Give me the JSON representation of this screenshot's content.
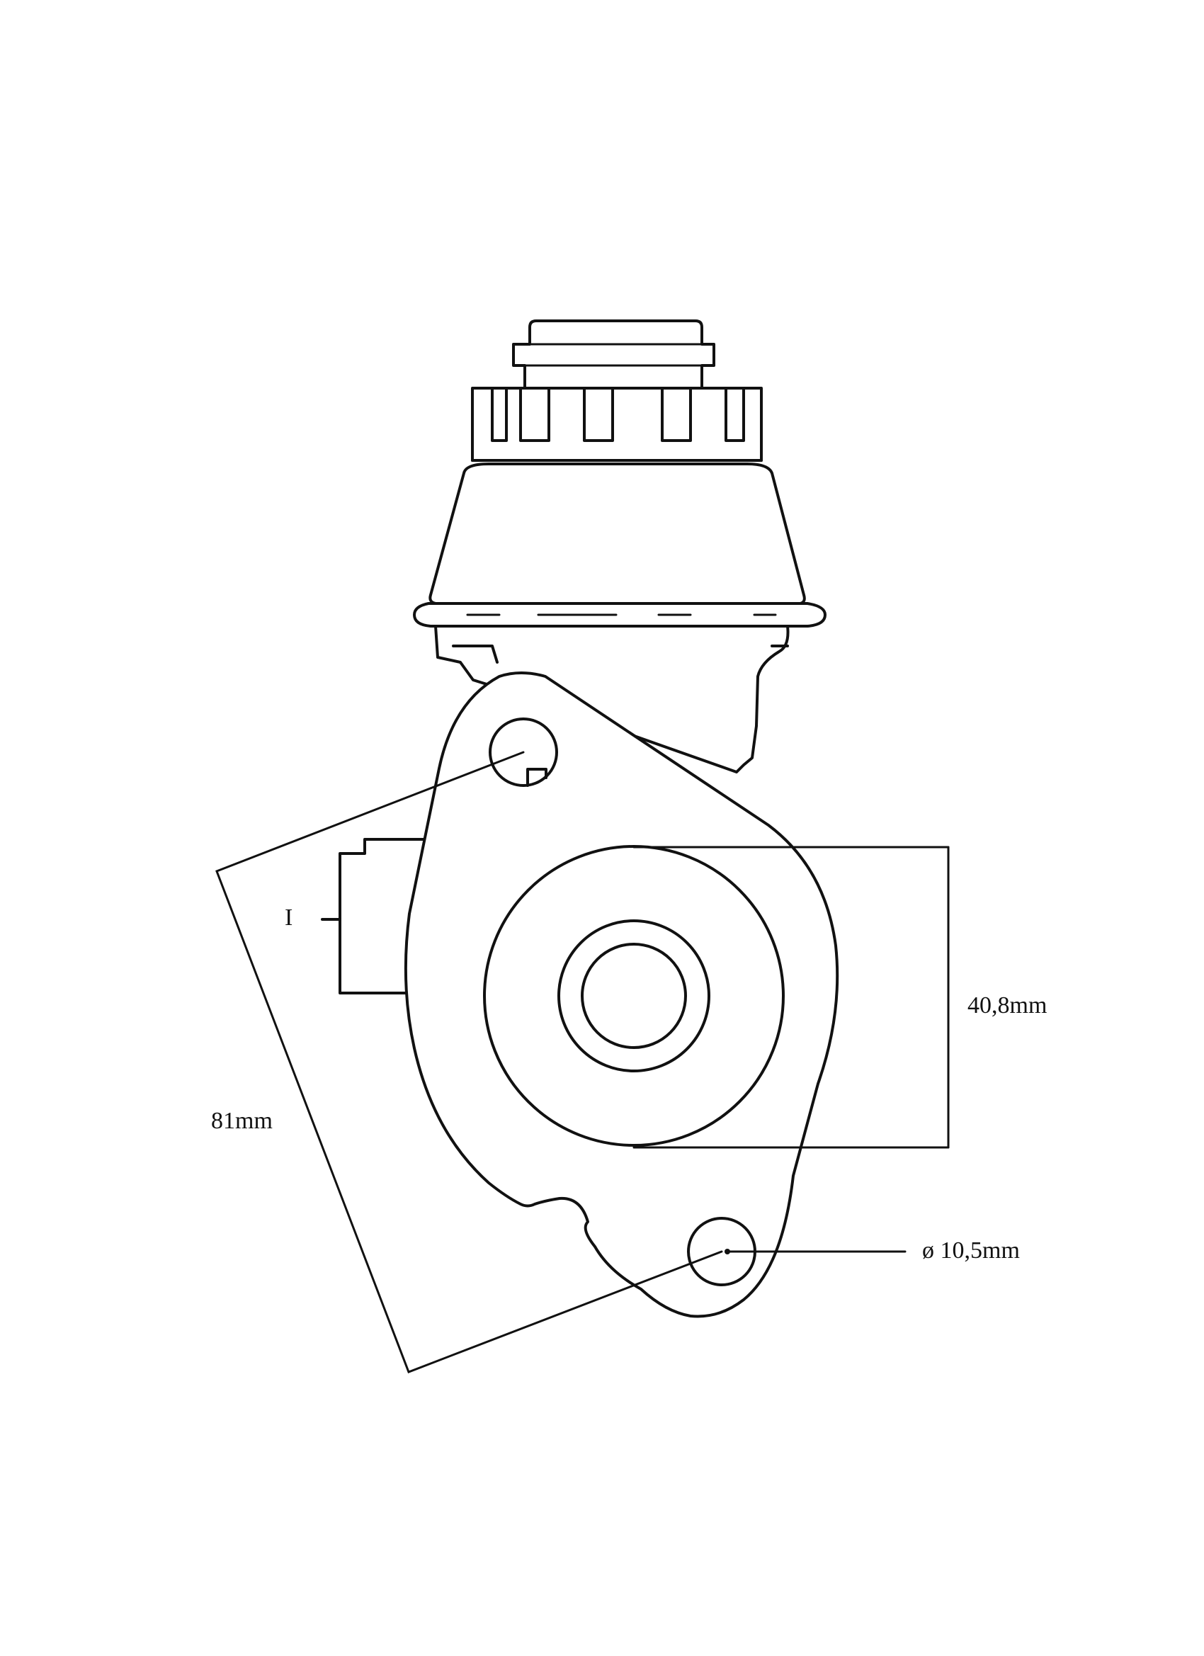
{
  "diagram": {
    "subject": "brake master cylinder with fluid reservoir",
    "labels": {
      "dim_height": "40,8mm",
      "dim_flange": "81mm",
      "dim_hole": "ø 10,5mm",
      "marker": "I"
    },
    "colors": {
      "line": "#111111",
      "background": "#ffffff"
    }
  }
}
